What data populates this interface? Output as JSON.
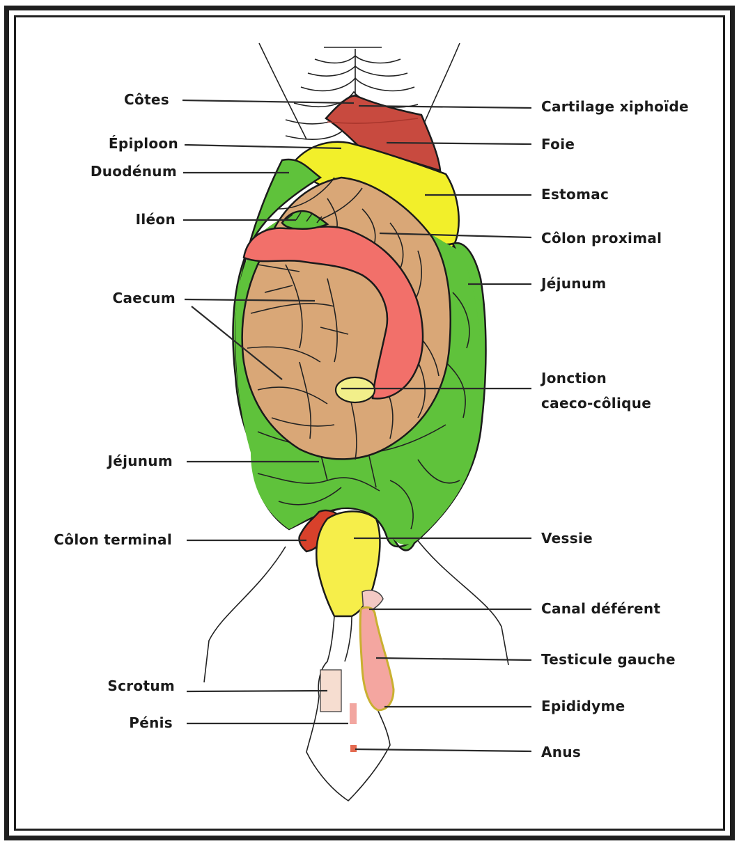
{
  "labels": {
    "left": {
      "cotes": "Côtes",
      "epiploon": "Épiploon",
      "duodenum": "Duodénum",
      "ileon": "Iléon",
      "caecum": "Caecum",
      "jejunum_left": "Jéjunum",
      "colon_terminal": "Côlon terminal",
      "scrotum": "Scrotum",
      "penis": "Pénis"
    },
    "right": {
      "cartilage": "Cartilage xiphoïde",
      "foie": "Foie",
      "estomac": "Estomac",
      "colon_proximal": "Côlon proximal",
      "jejunum_right": "Jéjunum",
      "jonction_1": "Jonction",
      "jonction_2": "caeco-côlique",
      "vessie": "Vessie",
      "canal": "Canal déférent",
      "testicule": "Testicule gauche",
      "epididyme": "Epididyme",
      "anus": "Anus"
    }
  },
  "colors": {
    "liver": "#c84a3f",
    "stomach_epiploon": "#f2ef2a",
    "caecum": "#d9a777",
    "colon": "#f2706a",
    "jejunum": "#5fc23b",
    "bladder": "#f6ee4a",
    "colon_terminal": "#d8412b",
    "testicle": "#f4a6a0"
  }
}
